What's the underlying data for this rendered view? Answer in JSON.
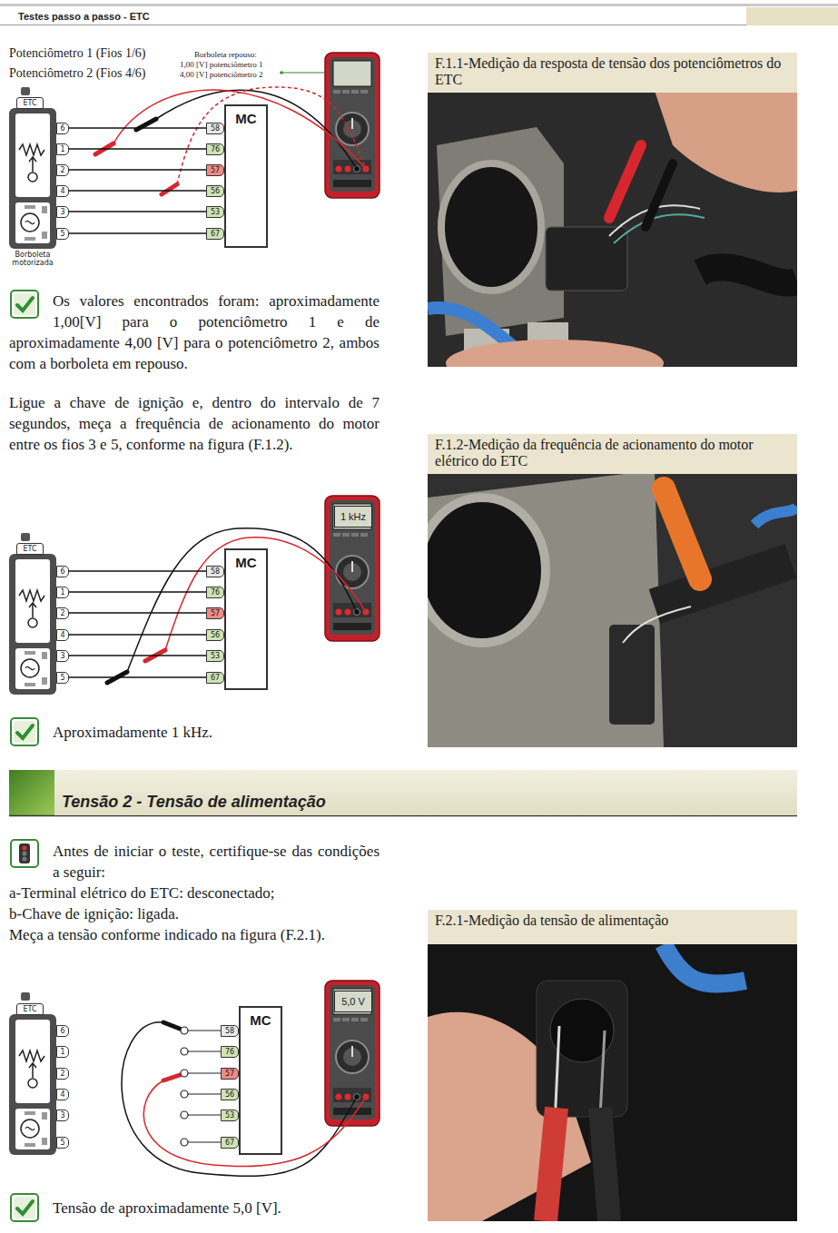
{
  "diagram": {
    "title": "Testes passo a passo - ETC",
    "nodes": [
      {
        "text": [
          "ETC"
        ]
      },
      {
        "text": [
          "6"
        ]
      },
      {
        "text": [
          "1"
        ]
      },
      {
        "text": [
          "2"
        ]
      },
      {
        "text": [
          "4"
        ]
      },
      {
        "text": [
          "3"
        ]
      },
      {
        "text": [
          "5"
        ]
      },
      {
        "text": [
          "MC"
        ]
      },
      {
        "text": [
          "58"
        ]
      },
      {
        "text": [
          "76"
        ]
      },
      {
        "text": [
          "57"
        ]
      },
      {
        "text": [
          "56"
        ]
      },
      {
        "text": [
          "53"
        ]
      },
      {
        "text": [
          "67"
        ]
      },
      {
        "text": [
          "F.1.1-Medição da resposta de tensão dos potenciômetros do ETC"
        ]
      },
      {
        "text": [
          "ETC"
        ]
      },
      {
        "text": [
          "6"
        ]
      },
      {
        "text": [
          "1"
        ]
      },
      {
        "text": [
          "2"
        ]
      },
      {
        "text": [
          "4"
        ]
      },
      {
        "text": [
          "3"
        ]
      },
      {
        "text": [
          "5"
        ]
      },
      {
        "text": [
          "MC"
        ]
      },
      {
        "text": [
          "58"
        ]
      },
      {
        "text": [
          "76"
        ]
      },
      {
        "text": [
          "57"
        ]
      },
      {
        "text": [
          "56"
        ]
      },
      {
        "text": [
          "53"
        ]
      },
      {
        "text": [
          "67"
        ]
      },
      {
        "text": [
          "1 kHz"
        ]
      },
      {
        "text": [
          "F.1.2-Medição da frequência de acionamento do motor elétrico do ETC"
        ]
      },
      {
        "text": [
          "Tensão 2 - Tensão de alimentação"
        ]
      },
      {
        "text": [
          "ETC"
        ]
      },
      {
        "text": [
          "6"
        ]
      },
      {
        "text": [
          "1"
        ]
      },
      {
        "text": [
          "2"
        ]
      },
      {
        "text": [
          "4"
        ]
      },
      {
        "text": [
          "3"
        ]
      },
      {
        "text": [
          "5"
        ]
      },
      {
        "text": [
          "MC"
        ]
      },
      {
        "text": [
          "58"
        ]
      },
      {
        "text": [
          "76"
        ]
      },
      {
        "text": [
          "57"
        ]
      },
      {
        "text": [
          "56"
        ]
      },
      {
        "text": [
          "53"
        ]
      },
      {
        "text": [
          "67"
        ]
      },
      {
        "text": [
          "5,0 V"
        ]
      },
      {
        "text": [
          "F.2.1-Medição da tensão de alimentação"
        ]
      }
    ],
    "edges": [
      {
        "from": 1,
        "to": 8,
        "arrow": "none"
      },
      {
        "from": 2,
        "to": 9,
        "arrow": "none"
      },
      {
        "from": 3,
        "to": 10,
        "arrow": "none"
      },
      {
        "from": 4,
        "to": 11,
        "arrow": "none"
      },
      {
        "from": 5,
        "to": 12,
        "arrow": "none"
      },
      {
        "from": 6,
        "to": 13,
        "arrow": "none"
      },
      {
        "from": 16,
        "to": 23,
        "arrow": "none"
      },
      {
        "from": 17,
        "to": 24,
        "arrow": "none"
      },
      {
        "from": 18,
        "to": 25,
        "arrow": "none"
      },
      {
        "from": 19,
        "to": 26,
        "arrow": "none"
      },
      {
        "from": 20,
        "to": 27,
        "arrow": "none"
      },
      {
        "from": 21,
        "to": 28,
        "arrow": "none"
      }
    ],
    "labels": [
      "Potenciômetro 1 (Fios 1/6)",
      "Potenciômetro 2 (Fios 4/6)",
      "Borboleta repouso:",
      "1,00 [V] potenciômetro 1",
      "4,00 [V] potenciômetro 2",
      "Borboleta motorizada",
      "Os valores encontrados foram: aproximadamente 1,00[V] para o potenciômetro 1 e de aproximadamente 4,00 [V] para o potenciômetro 2, ambos com a borboleta em repouso.",
      "Ligue a chave de ignição e, dentro do intervalo de 7 segundos, meça a frequência de acionamento do motor entre os fios 3 e 5, conforme na figura (F.1.2).",
      "Aproximadamente 1 kHz.",
      "Antes de iniciar o teste, certifique-se das condições a seguir:",
      "a-Terminal elétrico do ETC: desconectado;",
      "b-Chave de ignição: ligada.",
      "Meça a tensão conforme indicado na figura (F.2.1).",
      "Tensão de aproximadamente 5,0 [V]."
    ]
  }
}
